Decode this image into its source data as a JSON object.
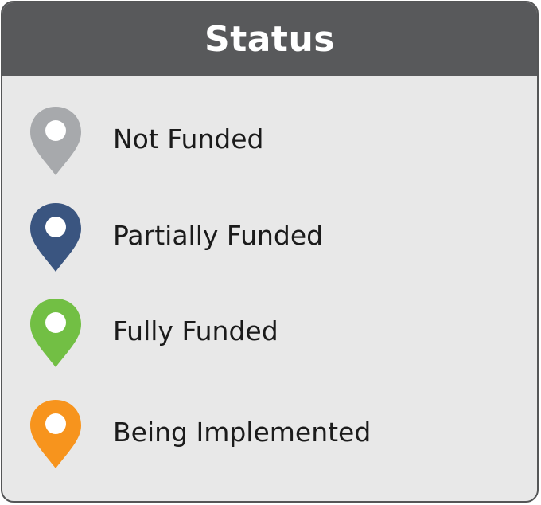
{
  "legend": {
    "title": "Status",
    "items": [
      {
        "label": "Not Funded",
        "color": "#a7a9ac",
        "icon": "map-pin-icon"
      },
      {
        "label": "Partially Funded",
        "color": "#3a5580",
        "icon": "map-pin-icon"
      },
      {
        "label": "Fully Funded",
        "color": "#72bf44",
        "icon": "map-pin-icon"
      },
      {
        "label": "Being Implemented",
        "color": "#f7941d",
        "icon": "map-pin-icon"
      }
    ]
  }
}
